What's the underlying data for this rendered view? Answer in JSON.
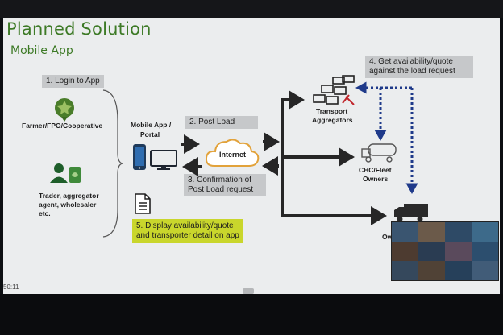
{
  "slide": {
    "title": "Planned Solution",
    "subtitle": "Mobile App",
    "timer": "50:11"
  },
  "actors": {
    "farmer": "Farmer/FPO/Cooperative",
    "trader_line1": "Trader, aggregator",
    "trader_line2": "agent, wholesaler",
    "trader_line3": "etc.",
    "mobile_app_line1": "Mobile App /",
    "mobile_app_line2": "Portal",
    "internet": "Internet",
    "transport_line1": "Transport",
    "transport_line2": "Aggregators",
    "chc_line1": "CHC/Fleet",
    "chc_line2": "Owners",
    "owners_partial": "Ow"
  },
  "steps": {
    "step1": "1. Login to App",
    "step2": "2. Post Load",
    "step3_line1": "3. Confirmation of",
    "step3_line2": "Post Load request",
    "step4_line1": "4. Get availability/quote",
    "step4_line2": "against the load request",
    "step5_line1": "5. Display availability/quote",
    "step5_line2": "and transporter detail on app"
  },
  "icons": {
    "farmer": "farmer-seal-icon",
    "trader": "trader-users-icon",
    "phone": "smartphone-icon",
    "monitor": "desktop-monitor-icon",
    "document": "document-icon",
    "cloud": "cloud-icon",
    "trucks": "transport-trucks-icon",
    "tanker": "tanker-truck-icon",
    "truck": "truck-icon"
  },
  "colors": {
    "title_green": "#3d7a26",
    "step_box_gray": "#c6c8ca",
    "step5_yellow": "#c9d62c",
    "dotted_blue": "#1f3a8a",
    "cloud_orange": "#e2a23a",
    "arrow_dark": "#262626"
  }
}
